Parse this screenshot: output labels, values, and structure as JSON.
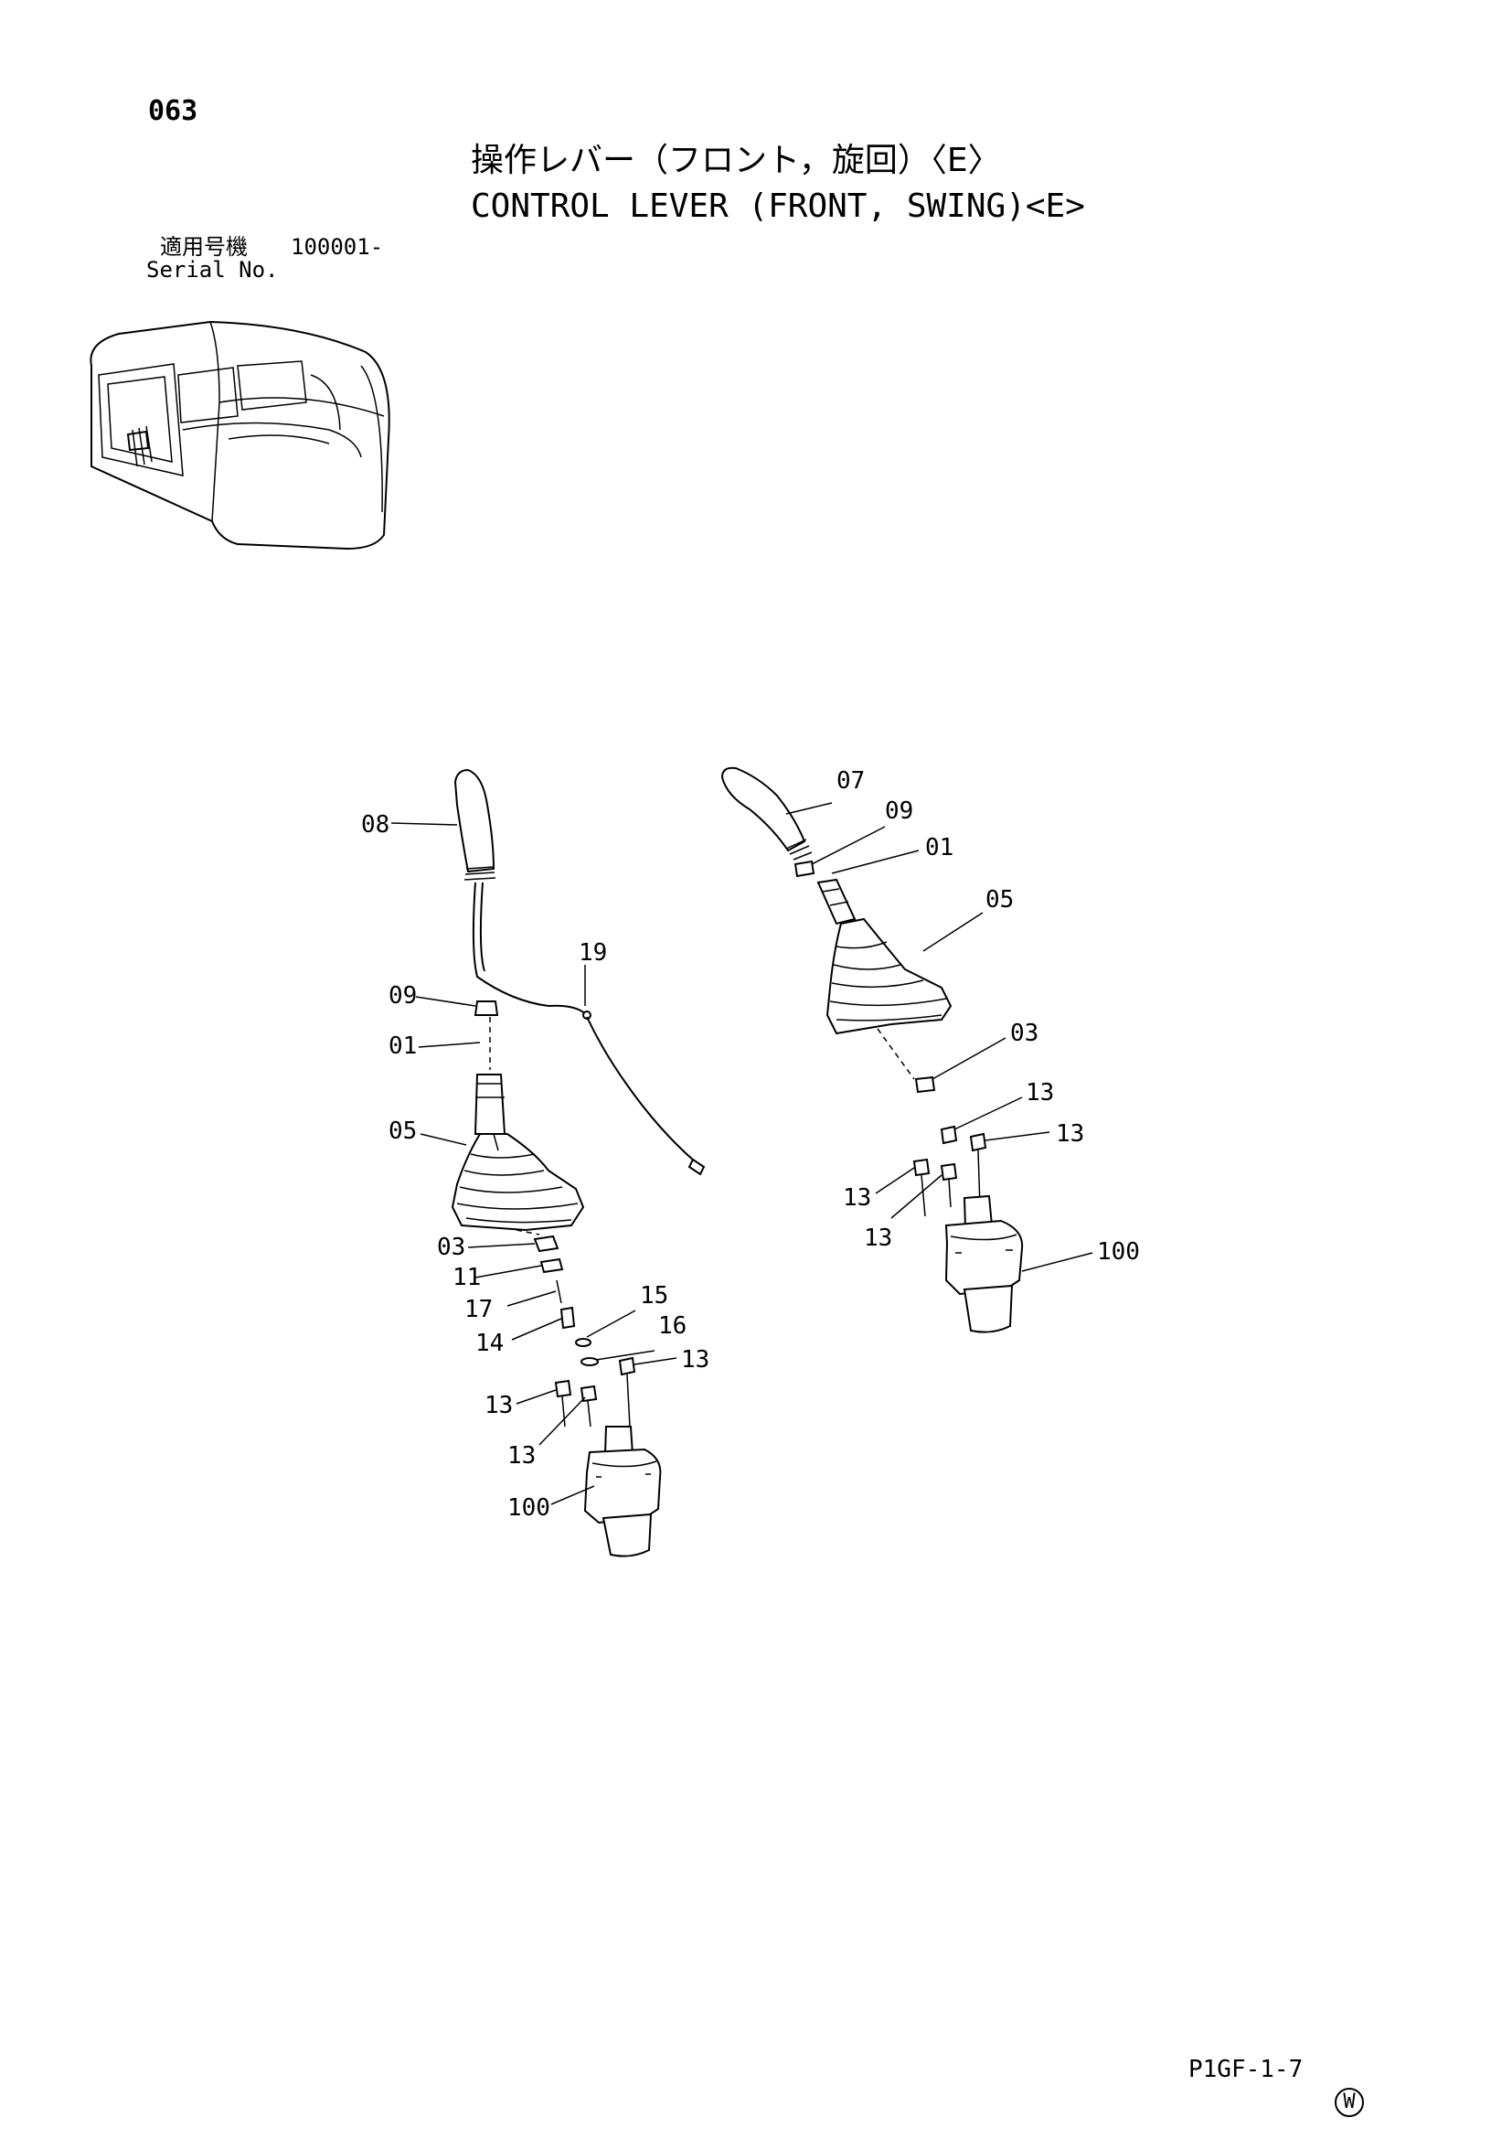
{
  "header": {
    "page_number": "063",
    "title_ja": "操作レバー（フロント，旋回）〈E〉",
    "title_en": "CONTROL LEVER (FRONT, SWING)<E>",
    "serial_label_ja": "適用号機",
    "serial_range": "100001-",
    "serial_label_en": "Serial No."
  },
  "callouts": {
    "left": [
      "08",
      "19",
      "09",
      "01",
      "05",
      "03",
      "11",
      "17",
      "14",
      "15",
      "16",
      "13",
      "13",
      "13",
      "100"
    ],
    "right": [
      "07",
      "09",
      "01",
      "05",
      "03",
      "13",
      "13",
      "13",
      "13",
      "100"
    ]
  },
  "footer": {
    "mark": "W",
    "drawing_code": "P1GF-1-7"
  }
}
